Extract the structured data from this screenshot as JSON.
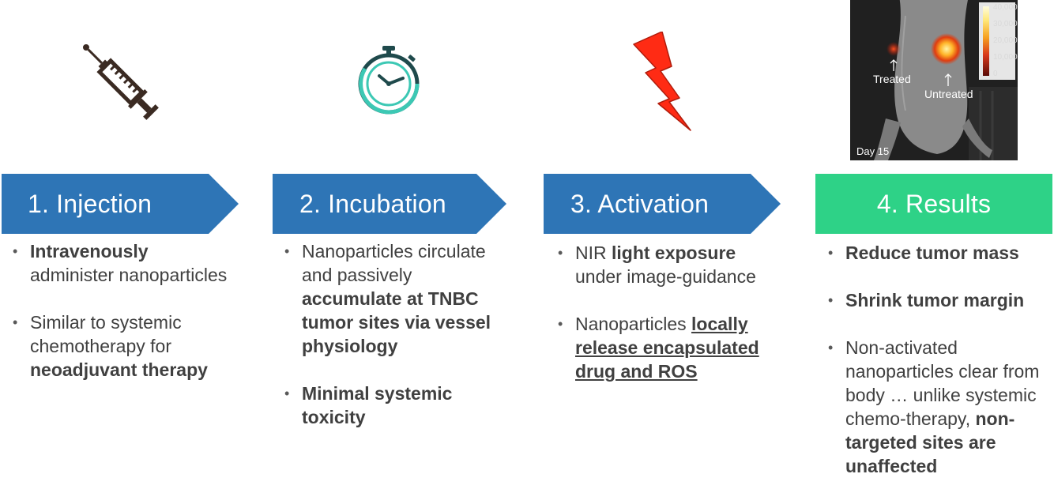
{
  "steps": [
    {
      "label": "1. Injection",
      "icon": "syringe-icon",
      "bullets": [
        [
          {
            "t": "Intravenously",
            "s": "b"
          },
          {
            "t": " administer nanoparticles",
            "s": ""
          }
        ],
        [
          {
            "t": "Similar to systemic chemotherapy for ",
            "s": ""
          },
          {
            "t": "neoadjuvant therapy",
            "s": "b"
          }
        ]
      ]
    },
    {
      "label": "2. Incubation",
      "icon": "stopwatch-icon",
      "bullets": [
        [
          {
            "t": "Nanoparticles circulate and passively ",
            "s": ""
          },
          {
            "t": "accumulate at TNBC tumor sites via vessel physiology",
            "s": "b"
          }
        ],
        [
          {
            "t": "Minimal systemic toxicity",
            "s": "b"
          }
        ]
      ]
    },
    {
      "label": "3. Activation",
      "icon": "lightning-bolt-icon",
      "bullets": [
        [
          {
            "t": "NIR ",
            "s": ""
          },
          {
            "t": "light exposure",
            "s": "b"
          },
          {
            "t": " under image-guidance",
            "s": ""
          }
        ],
        [
          {
            "t": "Nanoparticles ",
            "s": ""
          },
          {
            "t": "locally release encapsulated drug and ROS",
            "s": "u"
          }
        ]
      ]
    },
    {
      "label": "4. Results",
      "icon": "mouse-imaging-photo",
      "bullets": [
        [
          {
            "t": "Reduce tumor mass",
            "s": "b"
          }
        ],
        [
          {
            "t": "Shrink tumor margin",
            "s": "b"
          }
        ],
        [
          {
            "t": "Non-activated nanoparticles clear from body … unlike systemic chemo-therapy, ",
            "s": ""
          },
          {
            "t": "non-targeted sites are unaffected",
            "s": "b"
          }
        ]
      ]
    }
  ],
  "photo": {
    "treated_label": "Treated",
    "untreated_label": "Untreated",
    "day_label": "Day 15",
    "colorbar_ticks": [
      "40,000",
      "30,000",
      "20,000",
      "10,000",
      "0"
    ]
  },
  "colors": {
    "arrow_blue": "#2e75b6",
    "results_green": "#2ed287",
    "text_gray": "#404040",
    "bolt_red": "#ff2b14",
    "stopwatch_teal": "#3cc8b4",
    "stopwatch_dark": "#1f4a4c",
    "syringe_dark": "#3a2a22"
  }
}
